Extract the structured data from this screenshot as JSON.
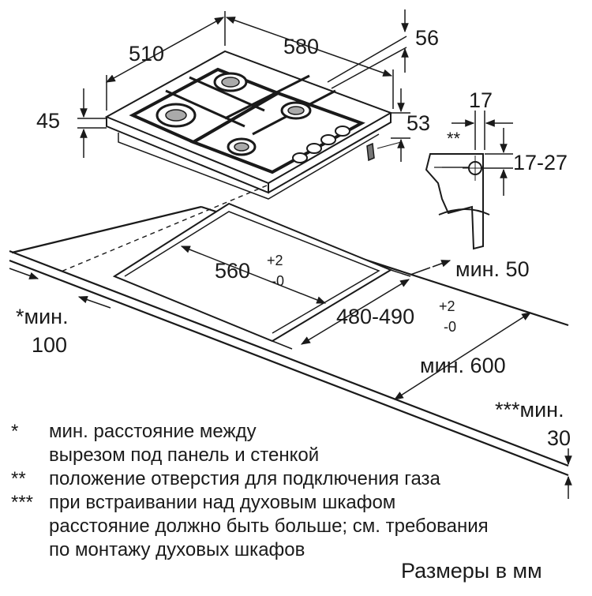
{
  "dimensions": {
    "hob_depth": "510",
    "hob_width": "580",
    "side_offset": "56",
    "hob_thickness": "45",
    "body_height": "53",
    "pipe_offset": "17",
    "pipe_height": "17-27",
    "pipe_marker": "**",
    "cutout_width_main": "560",
    "cutout_width_plus": "+2",
    "cutout_width_minus": "-0",
    "cutout_depth_main": "480-490",
    "cutout_depth_plus": "+2",
    "cutout_depth_minus": "-0",
    "min_back": "мин. 50",
    "min_side_line1": "*мин.",
    "min_side_line2": "100",
    "min_depth": "мин. 600",
    "min_front_line1": "***мин.",
    "min_front_line2": "30"
  },
  "notes": [
    {
      "marker": "*",
      "lines": [
        "мин. расстояние между",
        "вырезом под панель и стенкой"
      ]
    },
    {
      "marker": "**",
      "lines": [
        "положение отверстия для подключения газа"
      ]
    },
    {
      "marker": "***",
      "lines": [
        "при встраивании над духовым шкафом",
        "расстояние должно быть больше; см. требования",
        "по монтажу духовых шкафов"
      ]
    }
  ],
  "units_caption": "Размеры в мм"
}
